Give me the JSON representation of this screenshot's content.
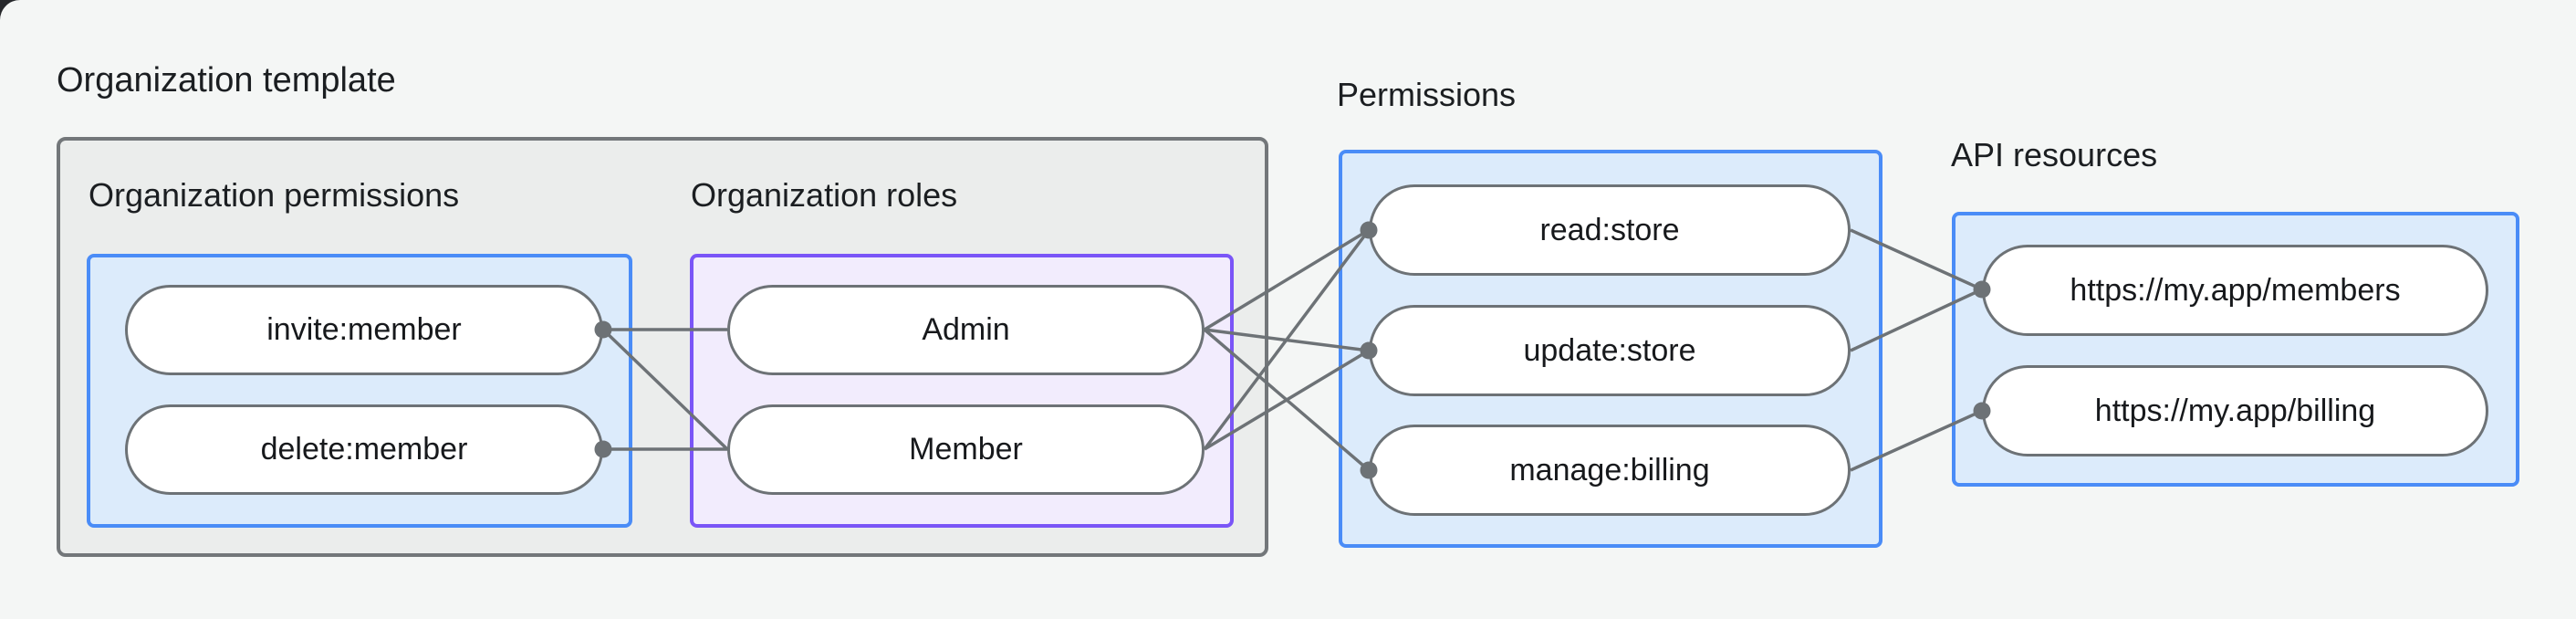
{
  "page": {
    "title": "Organization template"
  },
  "groups": [
    {
      "id": "org_permissions",
      "title": "Organization permissions",
      "color": "blue",
      "nodes": [
        {
          "id": "invite",
          "label": "invite:member"
        },
        {
          "id": "delete",
          "label": "delete:member"
        }
      ]
    },
    {
      "id": "org_roles",
      "title": "Organization roles",
      "color": "purple",
      "nodes": [
        {
          "id": "admin",
          "label": "Admin"
        },
        {
          "id": "member",
          "label": "Member"
        }
      ]
    },
    {
      "id": "permissions",
      "title": "Permissions",
      "color": "blue",
      "nodes": [
        {
          "id": "read",
          "label": "read:store"
        },
        {
          "id": "update",
          "label": "update:store"
        },
        {
          "id": "manage",
          "label": "manage:billing"
        }
      ]
    },
    {
      "id": "api_resources",
      "title": "API resources",
      "color": "blue",
      "nodes": [
        {
          "id": "members_api",
          "label": "https://my.app/members"
        },
        {
          "id": "billing_api",
          "label": "https://my.app/billing"
        }
      ]
    }
  ],
  "edges": [
    [
      "invite",
      "admin"
    ],
    [
      "invite",
      "member"
    ],
    [
      "delete",
      "member"
    ],
    [
      "admin",
      "read"
    ],
    [
      "admin",
      "update"
    ],
    [
      "admin",
      "manage"
    ],
    [
      "member",
      "read"
    ],
    [
      "member",
      "update"
    ],
    [
      "read",
      "members_api"
    ],
    [
      "update",
      "members_api"
    ],
    [
      "manage",
      "billing_api"
    ]
  ],
  "colors": {
    "page_background": "#f4f6f5",
    "outer_box_fill": "#ebedec",
    "outer_box_border": "#73777a",
    "blue_box_fill": "#dcebfb",
    "blue_box_border": "#4a8cf7",
    "purple_box_fill": "#f2ecfd",
    "purple_box_border": "#7a55f7",
    "pill_fill": "#ffffff",
    "connector_gray": "#6d7276",
    "text": "#17191c"
  }
}
